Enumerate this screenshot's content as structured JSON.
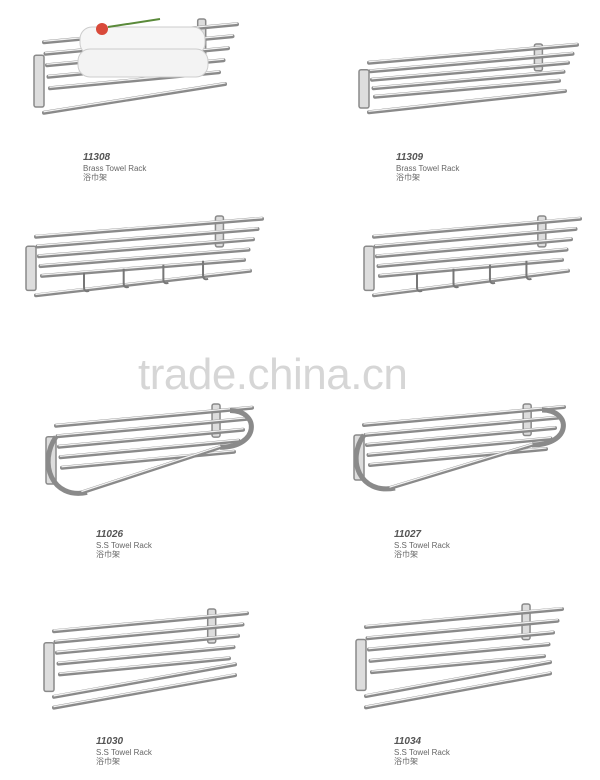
{
  "watermark": "trade.china.cn",
  "products": [
    {
      "code": "11308",
      "name": "Brass Towel Rack",
      "name_cn": "浴巾架",
      "variant": "towels"
    },
    {
      "code": "11309",
      "name": "Brass Towel Rack",
      "name_cn": "浴巾架",
      "variant": "plain"
    },
    {
      "code": "",
      "name": "",
      "name_cn": "",
      "variant": "hooks"
    },
    {
      "code": "",
      "name": "",
      "name_cn": "",
      "variant": "hooks"
    },
    {
      "code": "11026",
      "name": "S.S Towel Rack",
      "name_cn": "浴巾架",
      "variant": "curved"
    },
    {
      "code": "11027",
      "name": "S.S Towel Rack",
      "name_cn": "浴巾架",
      "variant": "curved"
    },
    {
      "code": "11030",
      "name": "S.S Towel Rack",
      "name_cn": "浴巾架",
      "variant": "double"
    },
    {
      "code": "11034",
      "name": "S.S Towel Rack",
      "name_cn": "浴巾架",
      "variant": "double"
    }
  ],
  "colors": {
    "chrome": "#8a8a8a",
    "highlight": "#f2f2f2",
    "label": "#666666"
  }
}
